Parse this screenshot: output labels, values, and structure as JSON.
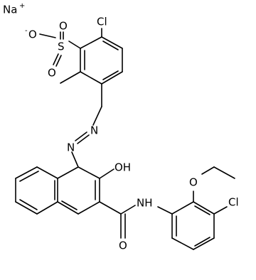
{
  "molecule": {
    "atom_labels": {
      "sodium": "Na",
      "sodium_charge": "+",
      "oxide_charge": "-",
      "oxygen_anion": "O",
      "sulfur": "S",
      "oxygen_top": "O",
      "oxygen_bottom": "O",
      "chloro_top": "Cl",
      "azo_n1": "N",
      "azo_n2": "N",
      "hydroxyl": "OH",
      "amide_nh": "NH",
      "carbonyl_o": "O",
      "ether_o": "O",
      "chloro_right": "Cl"
    }
  }
}
